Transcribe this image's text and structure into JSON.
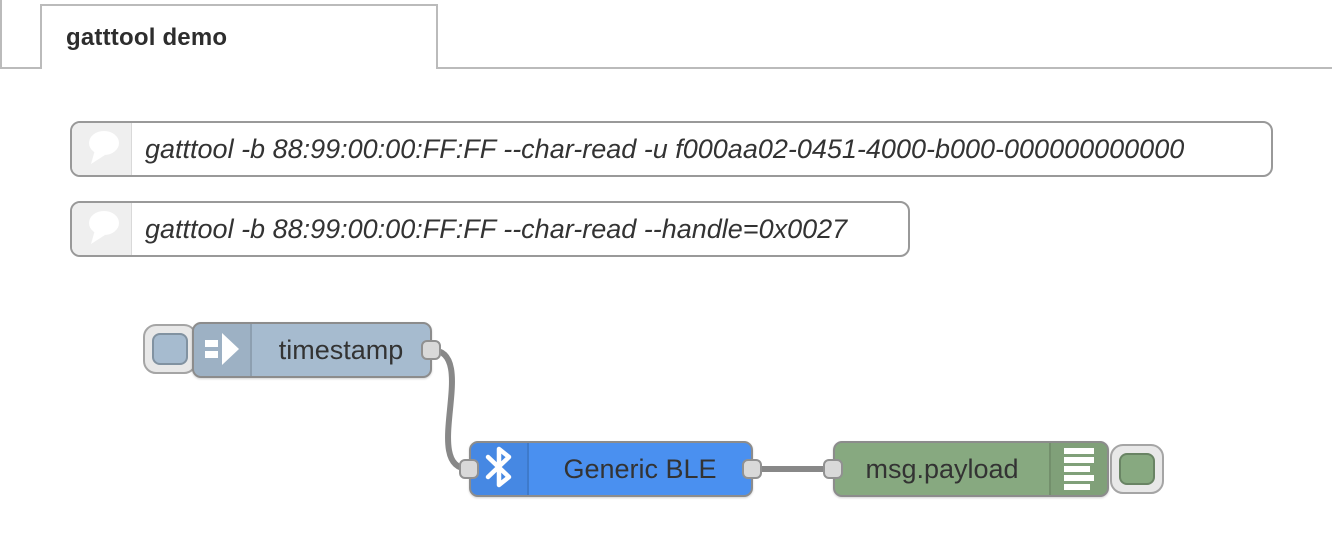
{
  "tab": {
    "label": "gatttool demo"
  },
  "comments": [
    {
      "icon": "comment-bubble-icon",
      "text": "gatttool -b 88:99:00:00:FF:FF --char-read -u f000aa02-0451-4000-b000-000000000000"
    },
    {
      "icon": "comment-bubble-icon",
      "text": "gatttool -b 88:99:00:00:FF:FF --char-read --handle=0x0027"
    }
  ],
  "nodes": {
    "inject": {
      "label": "timestamp",
      "color": "#a6bbcf",
      "icon": "inject-arrow-icon"
    },
    "ble": {
      "label": "Generic BLE",
      "color": "#4a90f0",
      "icon": "bluetooth-icon"
    },
    "debug": {
      "label": "msg.payload",
      "color": "#87a980",
      "icon": "debug-output-icon"
    }
  },
  "colors": {
    "wire": "#888888",
    "port_fill": "#d9d9d9",
    "node_border": "#8c8c8c",
    "tab_border": "#bbbbbb",
    "canvas_bg": "#ffffff",
    "label_text": "#333333"
  }
}
